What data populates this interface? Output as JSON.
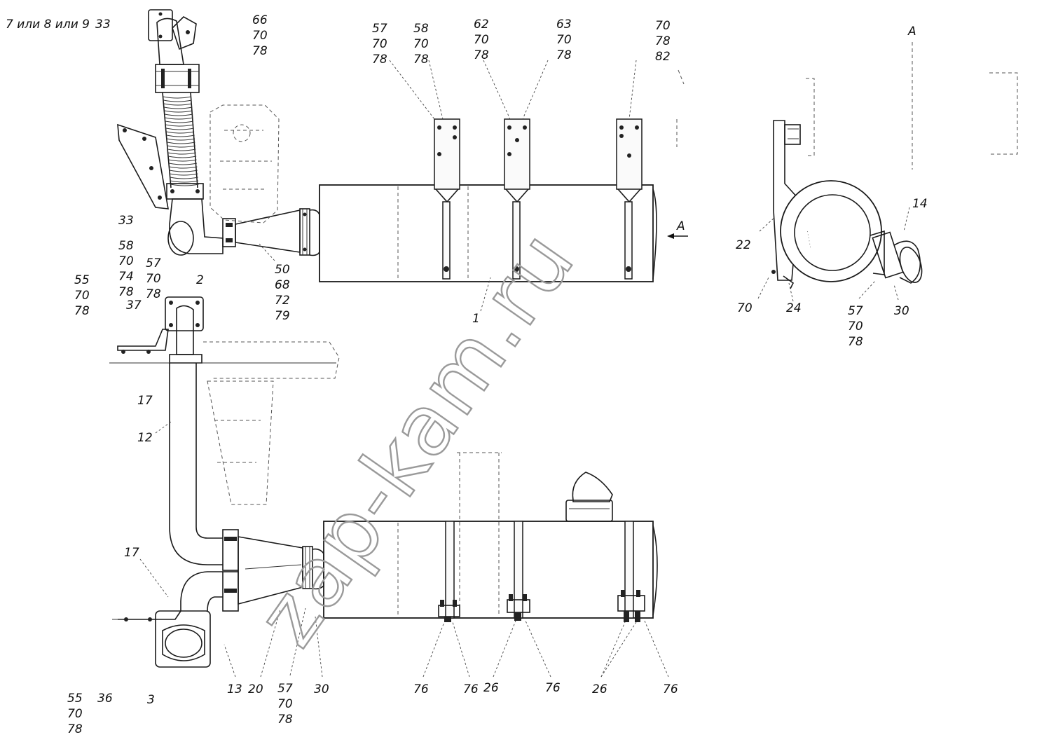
{
  "drawing": {
    "header_variant": "7 или 8 или 9",
    "watermark": "zap-kam.ru",
    "view_letter": "A",
    "view_marker": "A",
    "callouts": [
      {
        "id": "c-header-33",
        "text": [
          "33"
        ]
      },
      {
        "id": "c-66",
        "text": [
          "66",
          "70",
          "78"
        ]
      },
      {
        "id": "c-57-top",
        "text": [
          "57",
          "70",
          "78"
        ]
      },
      {
        "id": "c-58-top",
        "text": [
          "58",
          "70",
          "78"
        ]
      },
      {
        "id": "c-62",
        "text": [
          "62",
          "70",
          "78"
        ]
      },
      {
        "id": "c-63",
        "text": [
          "63",
          "70",
          "78"
        ]
      },
      {
        "id": "c-70-top",
        "text": [
          "70",
          "78",
          "82"
        ]
      },
      {
        "id": "c-33-mid",
        "text": [
          "33"
        ]
      },
      {
        "id": "c-58-left",
        "text": [
          "58",
          "70",
          "74",
          "78"
        ]
      },
      {
        "id": "c-57-left",
        "text": [
          "57",
          "70",
          "78"
        ]
      },
      {
        "id": "c-55-top",
        "text": [
          "55",
          "70",
          "78"
        ]
      },
      {
        "id": "c-37",
        "text": [
          "37"
        ]
      },
      {
        "id": "c-2",
        "text": [
          "2"
        ]
      },
      {
        "id": "c-50",
        "text": [
          "50",
          "68",
          "72",
          "79"
        ]
      },
      {
        "id": "c-1",
        "text": [
          "1"
        ]
      },
      {
        "id": "c-14",
        "text": [
          "14"
        ]
      },
      {
        "id": "c-22",
        "text": [
          "22"
        ]
      },
      {
        "id": "c-70-side",
        "text": [
          "70"
        ]
      },
      {
        "id": "c-24",
        "text": [
          "24"
        ]
      },
      {
        "id": "c-57-side",
        "text": [
          "57",
          "70",
          "78"
        ]
      },
      {
        "id": "c-30-side",
        "text": [
          "30"
        ]
      },
      {
        "id": "c-17-a",
        "text": [
          "17"
        ]
      },
      {
        "id": "c-12",
        "text": [
          "12"
        ]
      },
      {
        "id": "c-17-b",
        "text": [
          "17"
        ]
      },
      {
        "id": "c-55-bottom",
        "text": [
          "55",
          "70",
          "78"
        ]
      },
      {
        "id": "c-36",
        "text": [
          "36"
        ]
      },
      {
        "id": "c-3",
        "text": [
          "3"
        ]
      },
      {
        "id": "c-13",
        "text": [
          "13"
        ]
      },
      {
        "id": "c-20",
        "text": [
          "20"
        ]
      },
      {
        "id": "c-57-bottom",
        "text": [
          "57",
          "70",
          "78"
        ]
      },
      {
        "id": "c-30-bottom",
        "text": [
          "30"
        ]
      },
      {
        "id": "c-76-a",
        "text": [
          "76"
        ]
      },
      {
        "id": "c-76-b",
        "text": [
          "76"
        ]
      },
      {
        "id": "c-26-a",
        "text": [
          "26"
        ]
      },
      {
        "id": "c-76-c",
        "text": [
          "76"
        ]
      },
      {
        "id": "c-26-b",
        "text": [
          "26"
        ]
      },
      {
        "id": "c-76-d",
        "text": [
          "76"
        ]
      }
    ]
  }
}
